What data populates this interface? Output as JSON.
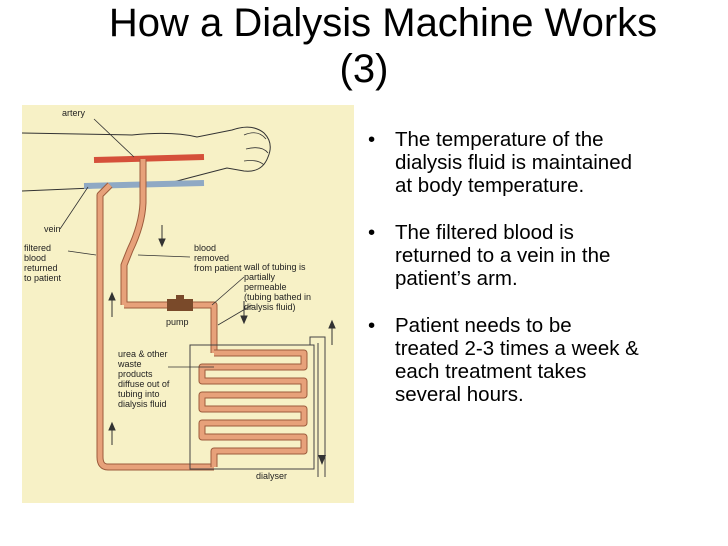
{
  "title": {
    "line1": "How a Dialysis Machine Works",
    "line2": "(3)"
  },
  "bullets": [
    {
      "lines": [
        "The temperature of the",
        "dialysis fluid is maintained",
        "at body temperature."
      ]
    },
    {
      "lines": [
        "The filtered blood is",
        "returned to a vein in the",
        "patient’s arm."
      ]
    },
    {
      "lines": [
        "Patient needs to be",
        "treated 2-3 times a week &",
        "each treatment takes",
        "several hours."
      ]
    }
  ],
  "diagram": {
    "labels": {
      "artery": "artery",
      "vein": "vein",
      "filtered": [
        "filtered",
        "blood",
        "returned",
        "to patient"
      ],
      "blood_removed": [
        "blood",
        "removed",
        "from patient"
      ],
      "wall": [
        "wall of tubing is",
        "partially",
        "permeable",
        "(tubing bathed in",
        "dialysis fluid)"
      ],
      "pump": "pump",
      "urea": [
        "urea & other",
        "waste",
        "products",
        "diffuse out of",
        "tubing into",
        "dialysis fluid"
      ],
      "dialyser": "dialyser"
    },
    "colors": {
      "background": "#f7f1c6",
      "tube": "#e7a17a",
      "tube_edge": "#9c5b3c",
      "artery_red": "#d5503a",
      "vein_blue": "#8fa9c4",
      "pump": "#7a4a2a"
    }
  }
}
